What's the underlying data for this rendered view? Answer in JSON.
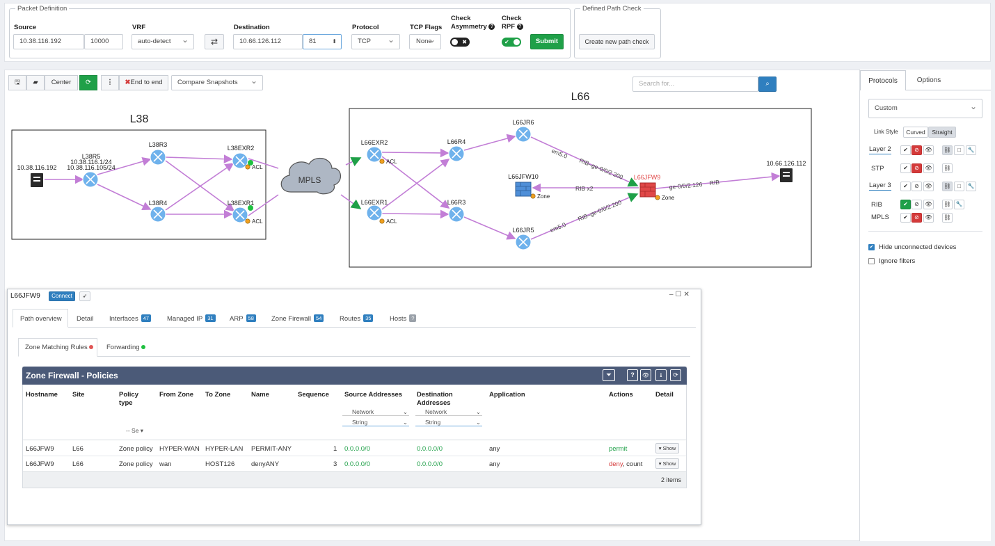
{
  "packet": {
    "legend": "Packet Definition",
    "source_label": "Source",
    "source_ip": "10.38.116.192",
    "source_port": "10000",
    "vrf_label": "VRF",
    "vrf_value": "auto-detect",
    "swap_glyph": "⇄",
    "dest_label": "Destination",
    "dest_ip": "10.66.126.112",
    "dest_port": "81",
    "protocol_label": "Protocol",
    "protocol_value": "TCP",
    "tcp_flags_label": "TCP Flags",
    "tcp_flags_value": "None",
    "asym_label_1": "Check",
    "asym_label_2": "Asymmetry",
    "rpf_label_1": "Check",
    "rpf_label_2": "RPF",
    "submit_label": "Submit"
  },
  "defined": {
    "legend": "Defined Path Check",
    "create_label": "Create new path check"
  },
  "toolbar": {
    "center_label": "Center",
    "end_to_end_label": "End to end",
    "compare_label": "Compare Snapshots",
    "search_placeholder": "Search for..."
  },
  "topology": {
    "l38_title": "L38",
    "l66_title": "L66",
    "mpls_label": "MPLS",
    "src_host_ip": "10.38.116.192",
    "dst_host_ip": "10.66.126.112",
    "l38r5_name": "L38R5",
    "l38r5_addr1": "10.38.116.1/24",
    "l38r5_addr2": "10.38.116.105/24",
    "l38r3": "L38R3",
    "l38r4": "L38R4",
    "l38exr2": "L38EXR2",
    "l38exr1": "L38EXR1",
    "l66exr2": "L66EXR2",
    "l66exr1": "L66EXR1",
    "l66r4": "L66R4",
    "l66r3": "L66R3",
    "l66jr6": "L66JR6",
    "l66jr5": "L66JR5",
    "l66jfw10": "L66JFW10",
    "l66jfw9": "L66JFW9",
    "acl": "ACL",
    "zone": "Zone",
    "link_em5_top": "em5.0",
    "link_rib_top": "RIB–ge-0/0/2.200",
    "link_em5_bot": "em5.0",
    "link_rib_bot": "RIB–ge-0/0/2.200",
    "link_ribx2": "RIB x2",
    "link_ge126": "ge-0/0/2.126",
    "link_rib_right": "RIB"
  },
  "right": {
    "tab_protocols": "Protocols",
    "tab_options": "Options",
    "preset": "Custom",
    "link_style_label": "Link Style",
    "curved": "Curved",
    "straight": "Straight",
    "layer2": "Layer 2",
    "stp": "STP",
    "layer3": "Layer 3",
    "rib": "RIB",
    "mpls": "MPLS",
    "hide_unconnected": "Hide unconnected devices",
    "ignore_filters": "Ignore filters"
  },
  "panel": {
    "device": "L66JFW9",
    "connect": "Connect",
    "tabs": [
      {
        "label": "Path overview"
      },
      {
        "label": "Detail"
      },
      {
        "label": "Interfaces",
        "badge": "47"
      },
      {
        "label": "Managed IP",
        "badge": "31"
      },
      {
        "label": "ARP",
        "badge": "58"
      },
      {
        "label": "Zone Firewall",
        "badge": "54"
      },
      {
        "label": "Routes",
        "badge": "35"
      },
      {
        "label": "Hosts",
        "badge": "?"
      }
    ],
    "subtab_zone": "Zone Matching Rules",
    "subtab_forwarding": "Forwarding",
    "table_title": "Zone Firewall - Policies",
    "columns": [
      "Hostname",
      "Site",
      "Policy type",
      "From Zone",
      "To Zone",
      "Name",
      "Sequence",
      "Source Addresses",
      "Destination Addresses",
      "Application",
      "Actions",
      "Detail"
    ],
    "policy_filter": "-- Se",
    "src_filter1": "Network",
    "src_filter2": "String",
    "dst_filter1": "Network",
    "dst_filter2": "String",
    "rows": [
      {
        "host": "L66JFW9",
        "site": "L66",
        "type": "Zone policy",
        "from": "HYPER-WAN",
        "to": "HYPER-LAN",
        "name": "PERMIT-ANY",
        "seq": "1",
        "src": "0.0.0.0/0",
        "dst": "0.0.0.0/0",
        "app": "any",
        "action": "permit",
        "action2": "",
        "detail": "▾ Show"
      },
      {
        "host": "L66JFW9",
        "site": "L66",
        "type": "Zone policy",
        "from": "wan",
        "to": "HOST126",
        "name": "denyANY",
        "seq": "3",
        "src": "0.0.0.0/0",
        "dst": "0.0.0.0/0",
        "app": "any",
        "action": "deny",
        "action2": ", count",
        "detail": "▾ Show"
      }
    ],
    "count": "2 items"
  },
  "colors": {
    "accent": "#2f7fbf",
    "green": "#1fa048",
    "red": "#d43a3a",
    "header": "#4b5a78",
    "link": "#c27ed6"
  }
}
